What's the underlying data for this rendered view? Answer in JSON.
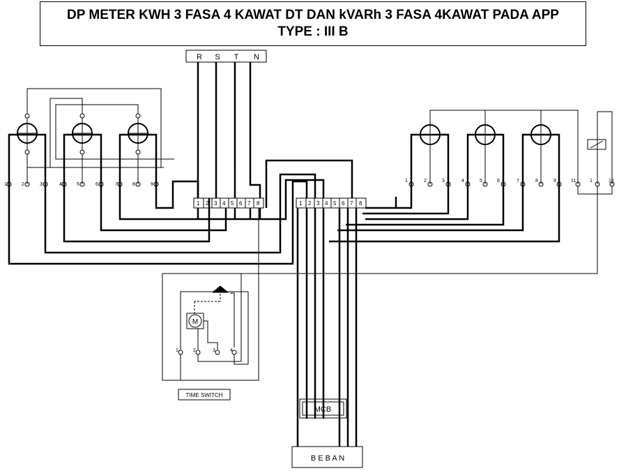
{
  "title": {
    "line1": "DP METER KWH 3 FASA 4 KAWAT DT DAN kVARh 3 FASA 4KAWAT PADA APP",
    "line2": "TYPE : III B"
  },
  "supply": {
    "phases": [
      "R",
      "S",
      "T",
      "N"
    ]
  },
  "kwh_meter": {
    "terminals": [
      "1",
      "2",
      "3",
      "4",
      "5",
      "6",
      "7",
      "8",
      "9"
    ]
  },
  "kvarh_meter": {
    "terminals": [
      "1",
      "2",
      "3",
      "4",
      "5",
      "6",
      "7",
      "8",
      "9",
      "11"
    ]
  },
  "relay": {
    "terminals": [
      "1",
      "15"
    ]
  },
  "terminal_block_left": {
    "terminals": [
      "1",
      "2",
      "3",
      "4",
      "5",
      "6",
      "7",
      "8"
    ]
  },
  "terminal_block_right": {
    "terminals": [
      "1",
      "2",
      "3",
      "4",
      "5",
      "6",
      "7",
      "8"
    ]
  },
  "time_switch": {
    "label": "TIME SWITCH",
    "motor": "M",
    "terminals": [
      "1",
      "2",
      "3",
      "4"
    ]
  },
  "mcb": {
    "label": "MCB"
  },
  "load": {
    "label": "B E B A N"
  }
}
